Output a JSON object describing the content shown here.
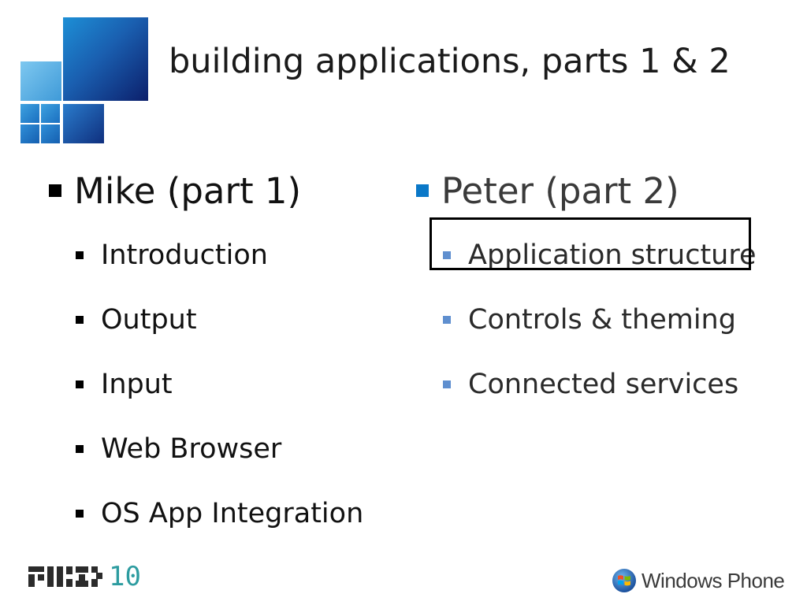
{
  "slide": {
    "title": "building applications, parts 1 & 2",
    "left_column": {
      "heading": "Mike (part 1)",
      "items": [
        "Introduction",
        "Output",
        "Input",
        "Web Browser",
        "OS App Integration"
      ]
    },
    "right_column": {
      "heading": "Peter (part 2)",
      "items": [
        "Application structure",
        "Controls & theming",
        "Connected services"
      ],
      "highlighted_item": "Application structure"
    }
  },
  "footer": {
    "left_logo_text": "10",
    "right_logo_text": "Windows Phone"
  },
  "colors": {
    "accent_blue": "#0a78c8",
    "sub_bullet_blue": "#5f8fcf",
    "mix_teal": "#2d9ca0"
  }
}
